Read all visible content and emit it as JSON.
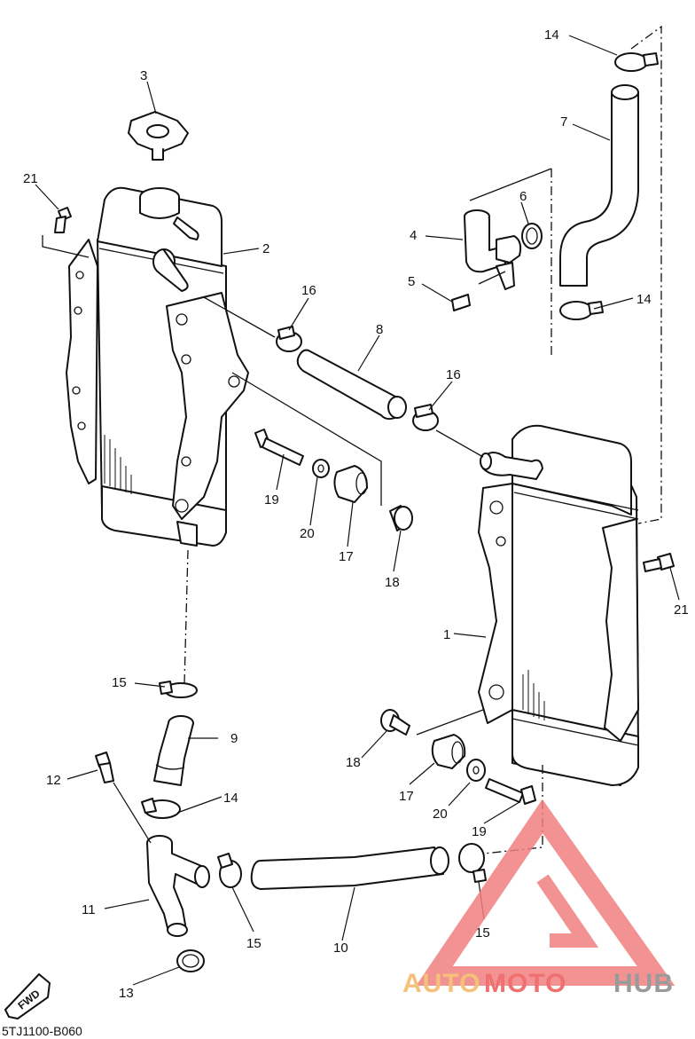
{
  "diagram": {
    "code": "5TJ1100-B060",
    "fwd_label": "FWD",
    "callouts": [
      "1",
      "2",
      "3",
      "4",
      "5",
      "6",
      "7",
      "8",
      "9",
      "10",
      "11",
      "12",
      "13",
      "14",
      "15",
      "16",
      "17",
      "18",
      "19",
      "20",
      "21"
    ],
    "callouts_extra": [
      "14",
      "14",
      "15",
      "15",
      "16",
      "17",
      "18",
      "19",
      "20",
      "21"
    ]
  },
  "watermark": {
    "part1": "AUTO",
    "part2": "MOTO",
    "part3": "HUB",
    "colors": {
      "auto": "#f5c07a",
      "moto": "#f07070",
      "hub": "#9a9a9a",
      "logo": "#f08080"
    }
  }
}
